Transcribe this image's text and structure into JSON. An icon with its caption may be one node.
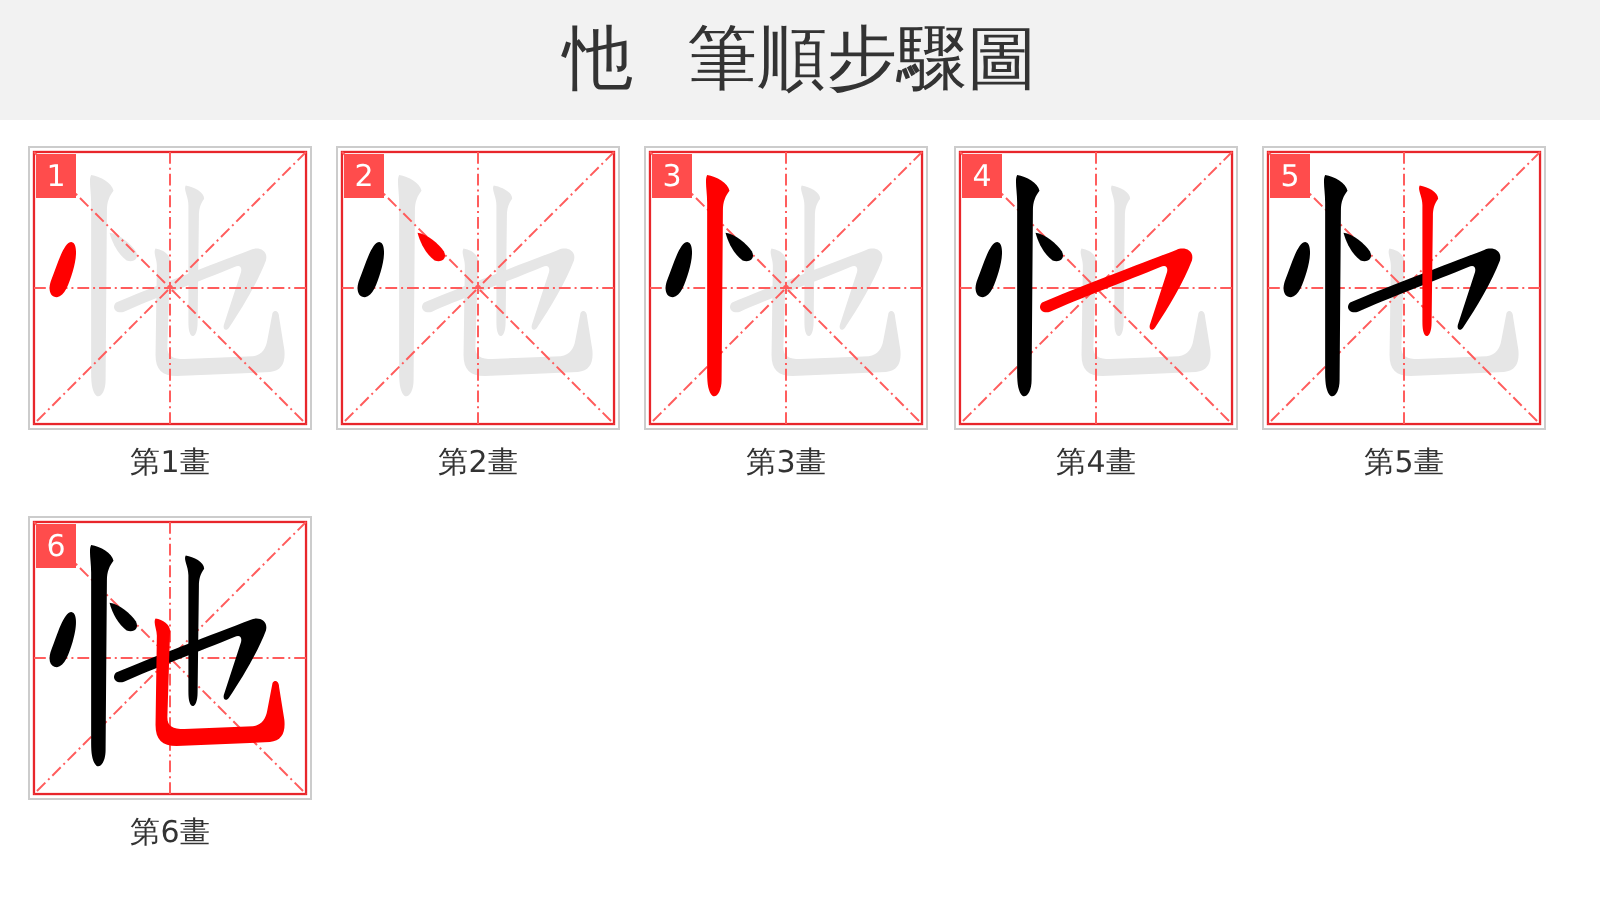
{
  "diagram": {
    "title": "忚 筆順步驟圖",
    "nodes": [
      {
        "text": [
          "1"
        ],
        "beside": [
          "第1畫"
        ]
      },
      {
        "text": [
          "2"
        ],
        "beside": [
          "第2畫"
        ]
      },
      {
        "text": [
          "3"
        ],
        "beside": [
          "第3畫"
        ]
      },
      {
        "text": [
          "4"
        ],
        "beside": [
          "第4畫"
        ]
      },
      {
        "text": [
          "5"
        ],
        "beside": [
          "第5畫"
        ]
      },
      {
        "text": [
          "6"
        ],
        "beside": [
          "第6畫"
        ]
      }
    ]
  }
}
